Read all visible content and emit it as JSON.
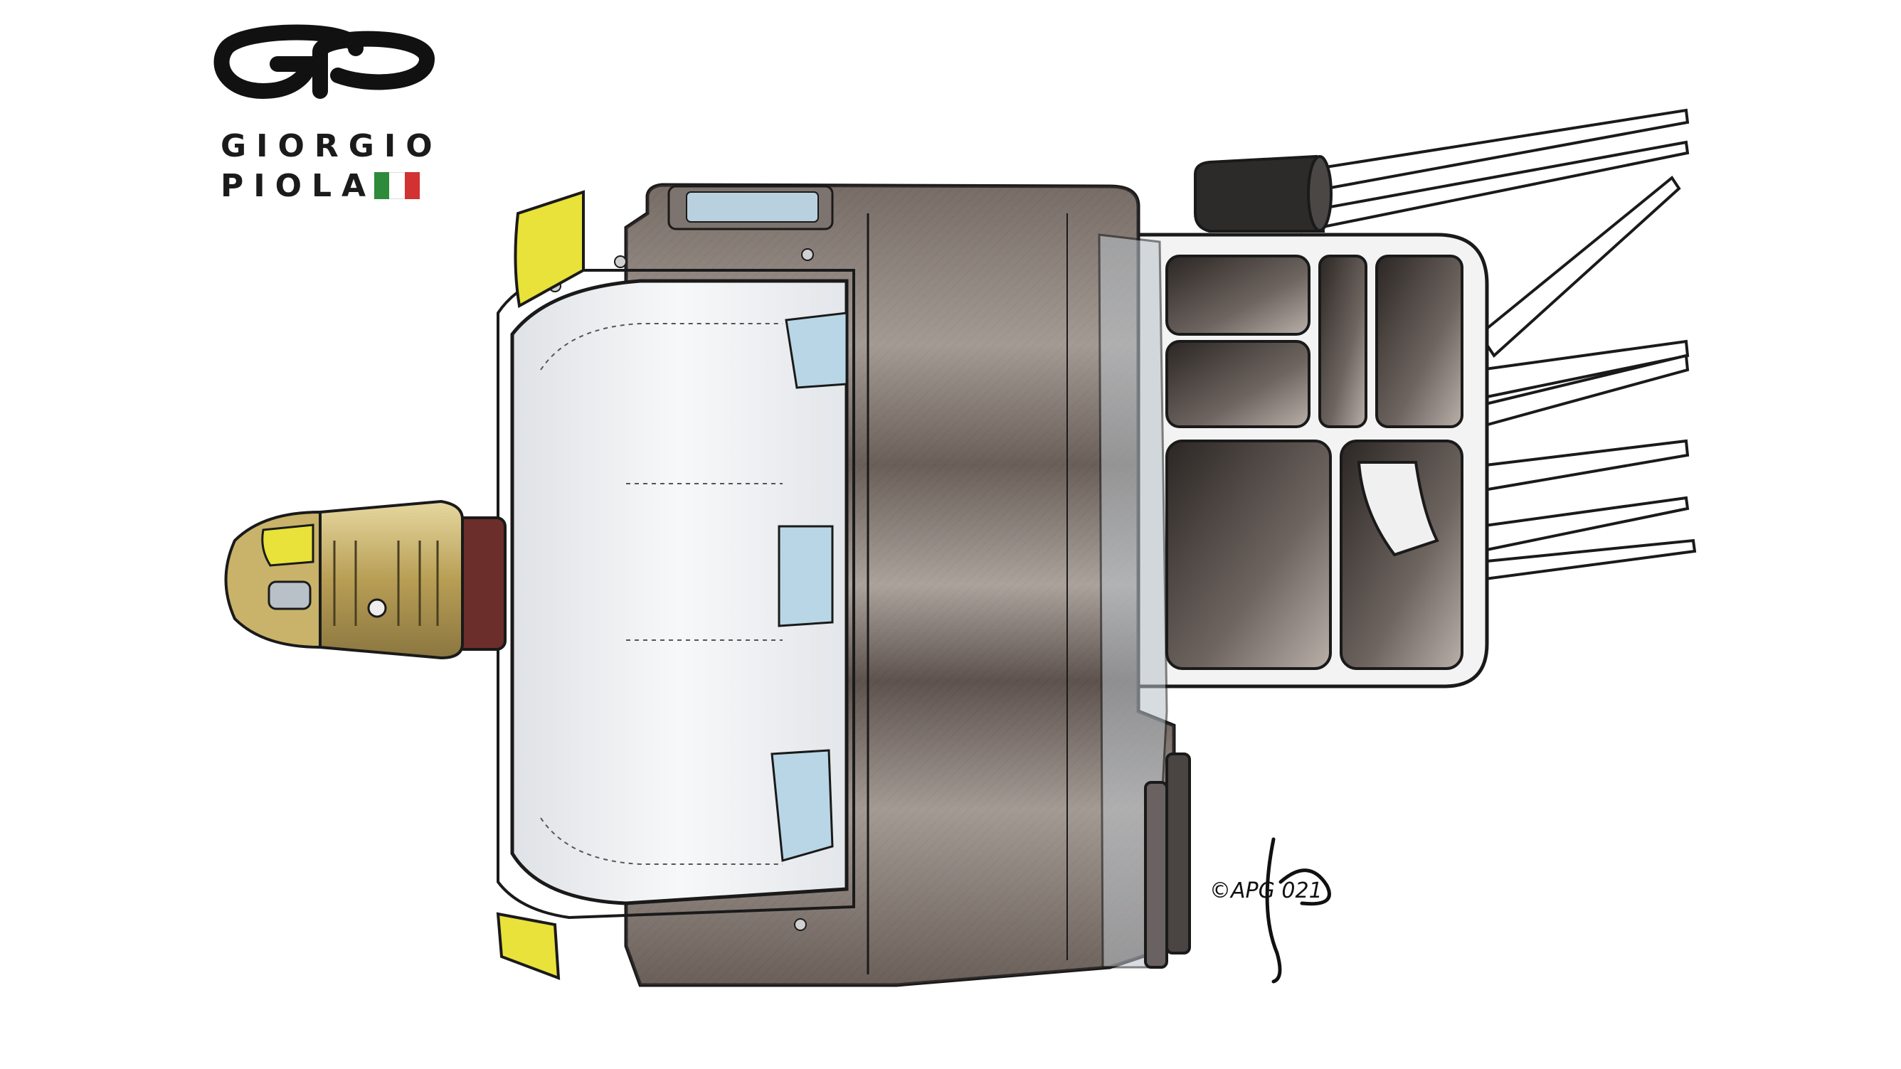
{
  "logo": {
    "line1": "GIORGIO",
    "line2": "PIOLA",
    "monogram": "GP",
    "flag_colors": [
      "#2e8b3a",
      "#ffffff",
      "#d23232"
    ]
  },
  "signature": {
    "text": "©APG 021"
  },
  "colors": {
    "outline": "#1a1a1a",
    "carbon": "#5a4f4a",
    "carbon_light": "#8c817b",
    "white_body": "#eef0f2",
    "blue_trim": "#b9d6e6",
    "yellow": "#e8e23a",
    "gold": "#c9b36a",
    "maroon": "#6b2e2a"
  }
}
